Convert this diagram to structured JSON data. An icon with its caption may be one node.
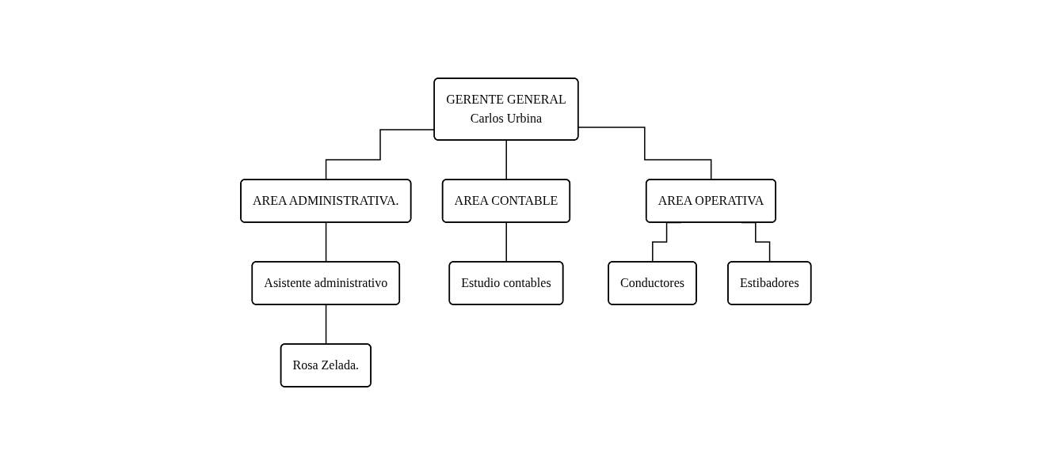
{
  "diagram": {
    "nodes": [
      {
        "text": [
          "GERENTE GENERAL",
          "Carlos Urbina"
        ]
      },
      {
        "text": [
          "AREA ADMINISTRATIVA."
        ]
      },
      {
        "text": [
          "AREA CONTABLE"
        ]
      },
      {
        "text": [
          "AREA OPERATIVA"
        ]
      },
      {
        "text": [
          "Asistente administrativo"
        ]
      },
      {
        "text": [
          "Rosa Zelada."
        ]
      },
      {
        "text": [
          "Estudio contables"
        ]
      },
      {
        "text": [
          "Conductores"
        ]
      },
      {
        "text": [
          "Estibadores"
        ]
      }
    ],
    "edges": [
      {
        "from": 0,
        "to": 1,
        "arrow": "none"
      },
      {
        "from": 0,
        "to": 2,
        "arrow": "none"
      },
      {
        "from": 0,
        "to": 3,
        "arrow": "none"
      },
      {
        "from": 1,
        "to": 4,
        "arrow": "none"
      },
      {
        "from": 4,
        "to": 5,
        "arrow": "none"
      },
      {
        "from": 2,
        "to": 6,
        "arrow": "none"
      },
      {
        "from": 3,
        "to": 7,
        "arrow": "none"
      },
      {
        "from": 3,
        "to": 8,
        "arrow": "none"
      }
    ]
  }
}
